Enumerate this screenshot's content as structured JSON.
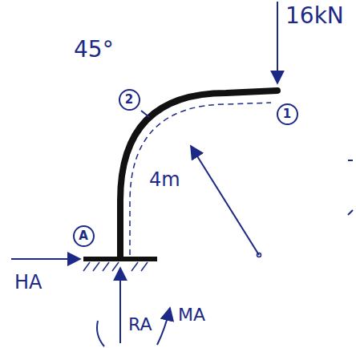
{
  "diagram": {
    "nodes": [
      {
        "text": [
          "2"
        ]
      },
      {
        "text": [
          "1"
        ]
      },
      {
        "text": [
          "A"
        ]
      }
    ],
    "labels": [
      "16kN",
      "45°",
      "4m",
      "HA",
      "RA",
      "MA"
    ]
  }
}
